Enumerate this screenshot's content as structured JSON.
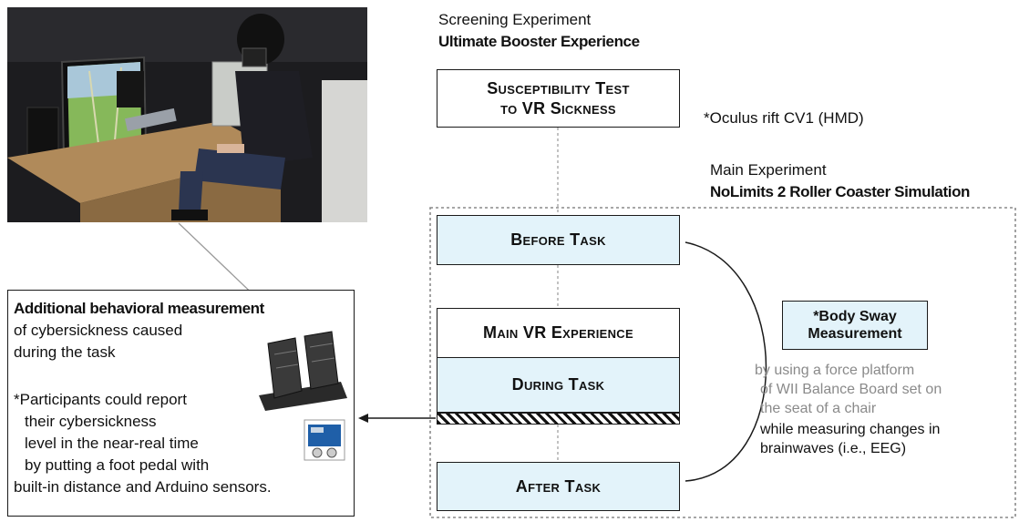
{
  "screening": {
    "label": "Screening Experiment",
    "title": "Ultimate Booster Experience",
    "box": "Susceptibility Test to VR Sickness",
    "box_line1": "Susceptibility Test",
    "box_line2": "to VR Sickness"
  },
  "hmd_note": "*Oculus rift CV1 (HMD)",
  "main": {
    "label": "Main Experiment",
    "title": "NoLimits 2 Roller Coaster Simulation",
    "before": "Before Task",
    "vr": "Main VR Experience",
    "during": "During Task",
    "after": "After Task"
  },
  "body_sway": {
    "title_line1": "*Body Sway",
    "title_line2": "Measurement",
    "desc_grey": [
      "by using a force platform",
      "of WII Balance Board set on",
      "the seat of a chair"
    ],
    "desc_black": [
      "while measuring changes in",
      "brainwaves (i.e., EEG)"
    ]
  },
  "behavioral": {
    "title": "Additional behavioral measurement",
    "line2": "of cybersickness caused",
    "line3": "during the task",
    "note": [
      "*Participants could report",
      "their cybersickness",
      "level in the near-real time",
      "by putting a foot pedal with",
      "built-in distance and Arduino sensors."
    ]
  },
  "colors": {
    "box_fill": "#e3f3fa",
    "border": "#1a1a1a",
    "dotted": "#8a8a8a",
    "grey_text": "#8a8a8a"
  },
  "icons": [
    "photo-vr-setup",
    "foot-pedal-icon",
    "arduino-board-icon",
    "arrow-left-icon"
  ]
}
